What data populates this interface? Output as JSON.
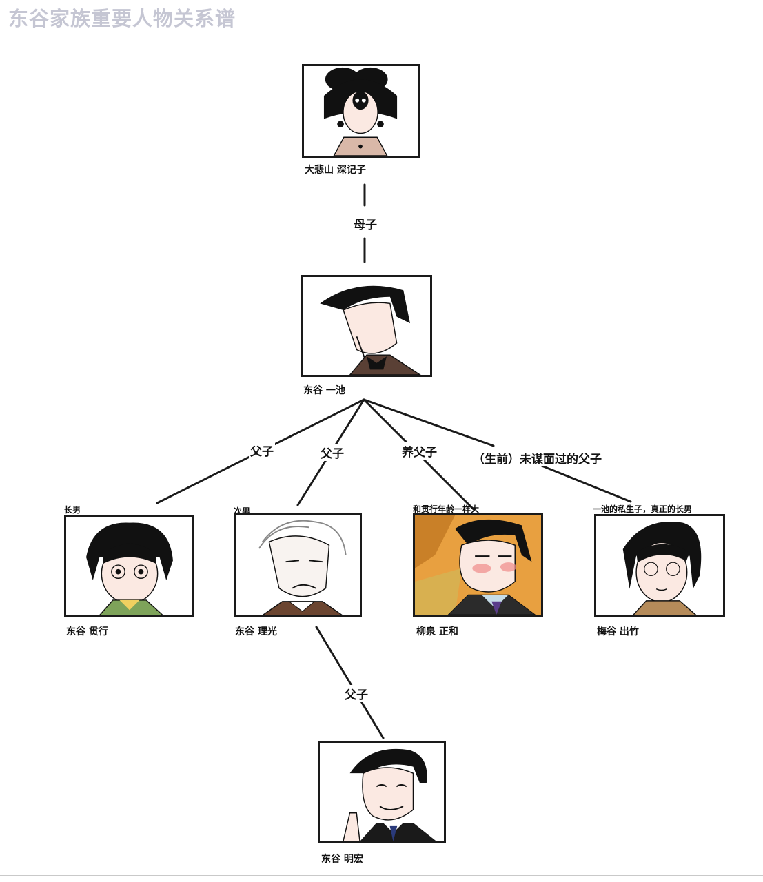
{
  "title": "东谷家族重要人物关系谱",
  "people": {
    "grandmother": {
      "name": "大悲山 深记子"
    },
    "father": {
      "name": "东谷 一池"
    },
    "kanyuki": {
      "name": "东谷 贯行",
      "note": "长男"
    },
    "rikou": {
      "name": "东谷 理光",
      "note": "次男"
    },
    "masakazu": {
      "name": "柳泉 正和",
      "note": "和贯行年龄一样大"
    },
    "izuchiku": {
      "name": "梅谷 出竹",
      "note": "一池的私生子，真正的长男"
    },
    "akihiro": {
      "name": "东谷 明宏"
    }
  },
  "relations": {
    "mother_son": "母子",
    "father_son_1": "父子",
    "father_son_2": "父子",
    "adoptive": "养父子",
    "never_met": "（生前）未谋面过的父子",
    "father_son_3": "父子"
  },
  "colors": {
    "title": "#c5c6d3",
    "line": "#1a1a1a",
    "skin": "#fbe9e2",
    "hair": "#111111",
    "blush": "#f08a8a",
    "orange_bg": "#e8a040"
  }
}
